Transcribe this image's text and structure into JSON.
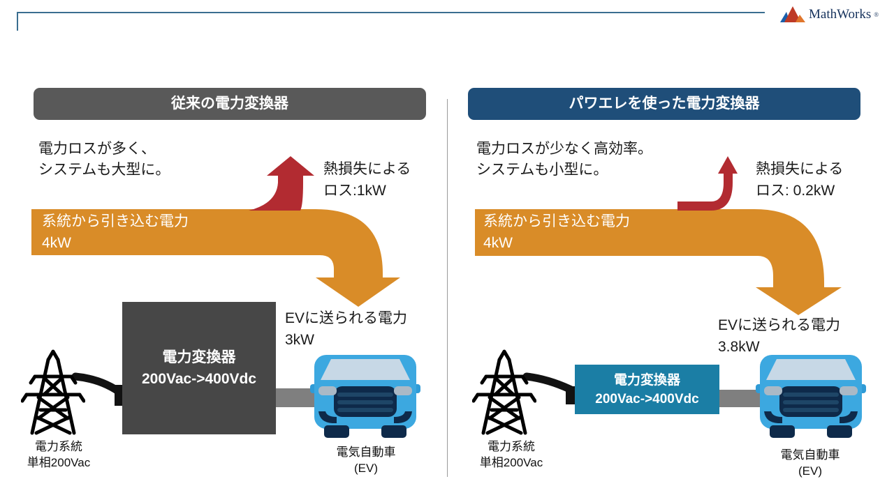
{
  "brand": {
    "name": "MathWorks",
    "registered_mark": "®"
  },
  "colors": {
    "flow_orange": "#D98C28",
    "loss_red": "#B22B31",
    "header_gray": "#595959",
    "header_blue": "#1F4E79",
    "converter_gray": "#474747",
    "converter_teal": "#1B7EA5",
    "car_blue": "#3CA8E0",
    "rule_blue": "#3A6E90"
  },
  "left_panel": {
    "header": "従来の電力変換器",
    "description": {
      "line1": "電力ロスが多く、",
      "line2": "システムも大型に。"
    },
    "grid_power": {
      "line1": "系統から引き込む電力",
      "line2": "4kW"
    },
    "heat_loss": {
      "line1": "熱損失による",
      "line2": "ロス:1kW"
    },
    "ev_power": {
      "line1": "EVに送られる電力",
      "line2": "3kW"
    },
    "converter": {
      "line1": "電力変換器",
      "line2": "200Vac->400Vdc"
    },
    "grid_label": {
      "line1": "電力系統",
      "line2": "単相200Vac"
    },
    "ev_label": {
      "line1": "電気自動車",
      "line2": "(EV)"
    }
  },
  "right_panel": {
    "header": "パワエレを使った電力変換器",
    "description": {
      "line1": "電力ロスが少なく高効率。",
      "line2": "システムも小型に。"
    },
    "grid_power": {
      "line1": "系統から引き込む電力",
      "line2": "4kW"
    },
    "heat_loss": {
      "line1": "熱損失による",
      "line2": "ロス: 0.2kW"
    },
    "ev_power": {
      "line1": "EVに送られる電力",
      "line2": "3.8kW"
    },
    "converter": {
      "line1": "電力変換器",
      "line2": "200Vac->400Vdc"
    },
    "grid_label": {
      "line1": "電力系統",
      "line2": "単相200Vac"
    },
    "ev_label": {
      "line1": "電気自動車",
      "line2": "(EV)"
    }
  }
}
